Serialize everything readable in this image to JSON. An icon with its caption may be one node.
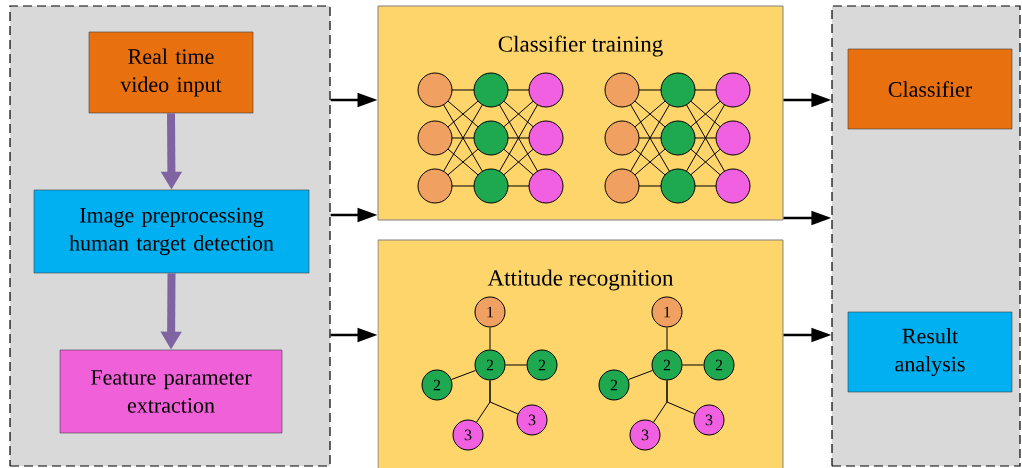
{
  "diagram": {
    "nodes": [
      {
        "text": [],
        "shape": "box"
      },
      {
        "text": [
          "Real time video input"
        ],
        "in": 0
      },
      {
        "text": [
          "Image preprocessing human target detection"
        ],
        "in": 0
      },
      {
        "text": [
          "Feature parameter extraction"
        ],
        "in": 0
      },
      {
        "text": [
          "Classifier training"
        ]
      },
      {
        "text": [
          "Attitude recognition"
        ]
      },
      {
        "text": [],
        "shape": "box"
      },
      {
        "text": [
          "Classifier"
        ],
        "in": 6
      },
      {
        "text": [
          "Result analysis"
        ],
        "in": 6
      },
      {
        "text": [
          "1"
        ],
        "in": 5
      },
      {
        "text": [
          "2"
        ],
        "in": 5
      },
      {
        "text": [
          "2"
        ],
        "in": 5
      },
      {
        "text": [
          "2"
        ],
        "in": 5
      },
      {
        "text": [
          "3"
        ],
        "in": 5
      },
      {
        "text": [
          "3"
        ],
        "in": 5
      },
      {
        "text": [
          "1"
        ],
        "in": 5
      },
      {
        "text": [
          "2"
        ],
        "in": 5
      },
      {
        "text": [
          "2"
        ],
        "in": 5
      },
      {
        "text": [
          "2"
        ],
        "in": 5
      },
      {
        "text": [
          "3"
        ],
        "in": 5
      },
      {
        "text": [
          "3"
        ],
        "in": 5
      }
    ],
    "edges": [
      {
        "from": 1,
        "to": 2,
        "arrow": "to",
        "style": "thick",
        "color": "#8064a2"
      },
      {
        "from": 2,
        "to": 3,
        "arrow": "to",
        "style": "thick",
        "color": "#8064a2"
      },
      {
        "from": 0,
        "to": 4,
        "arrow": "to"
      },
      {
        "from": 0,
        "to": 4,
        "arrow": "to"
      },
      {
        "from": 0,
        "to": 5,
        "arrow": "to"
      },
      {
        "from": 4,
        "to": 6,
        "arrow": "to"
      },
      {
        "from": 4,
        "to": 6,
        "arrow": "to"
      },
      {
        "from": 5,
        "to": 6,
        "arrow": "to"
      },
      {
        "from": 9,
        "to": 10,
        "arrow": "none"
      },
      {
        "from": 11,
        "to": 10,
        "arrow": "none"
      },
      {
        "from": 10,
        "to": 12,
        "arrow": "none"
      },
      {
        "from": 10,
        "to": 13,
        "arrow": "none"
      },
      {
        "from": 10,
        "to": 14,
        "arrow": "none"
      },
      {
        "from": 15,
        "to": 16,
        "arrow": "none"
      },
      {
        "from": 17,
        "to": 16,
        "arrow": "none"
      },
      {
        "from": 16,
        "to": 18,
        "arrow": "none"
      },
      {
        "from": 16,
        "to": 19,
        "arrow": "none"
      },
      {
        "from": 16,
        "to": 20,
        "arrow": "none"
      }
    ]
  }
}
